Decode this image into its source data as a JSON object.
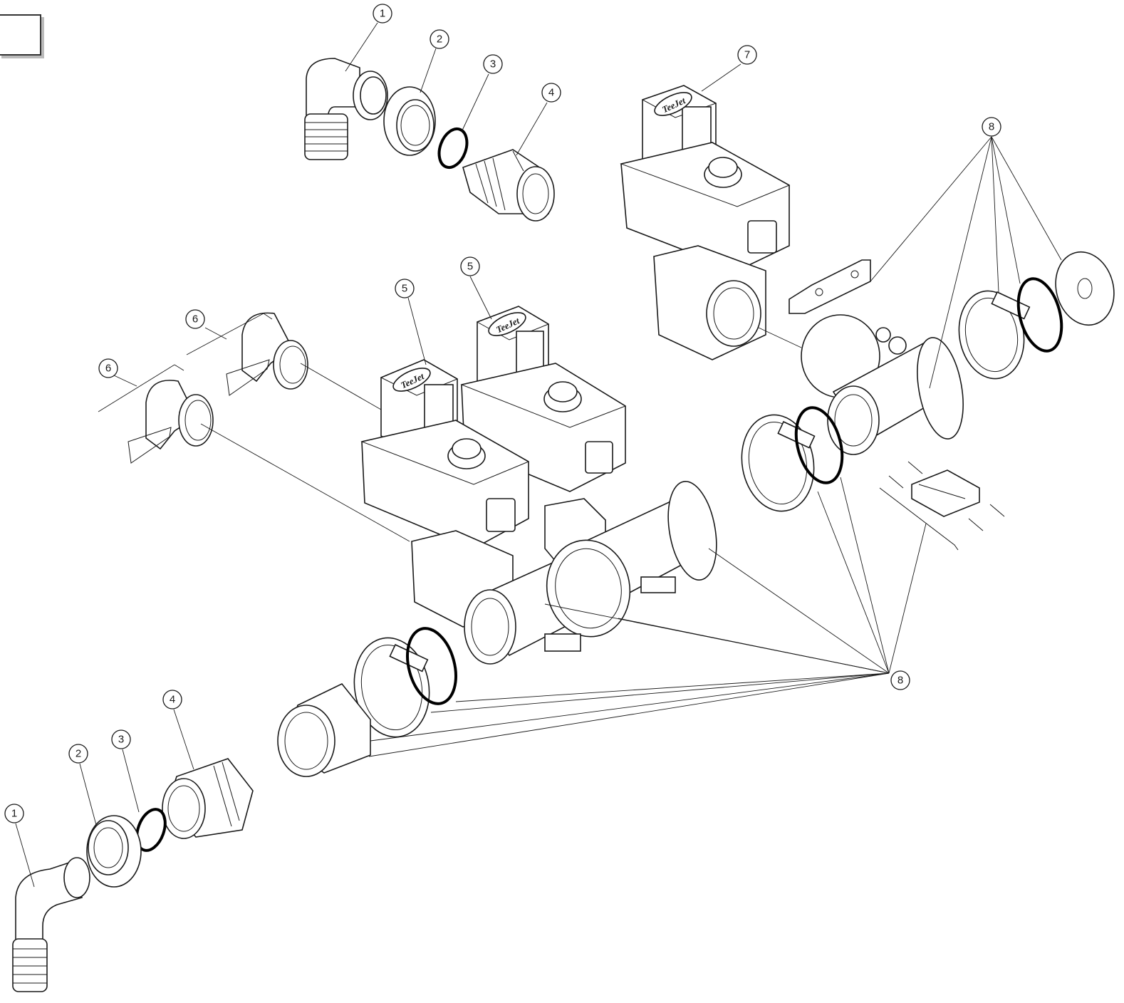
{
  "brand_label": "TeeJet",
  "callouts": [
    {
      "label": "1"
    },
    {
      "label": "2"
    },
    {
      "label": "3"
    },
    {
      "label": "4"
    },
    {
      "label": "5"
    },
    {
      "label": "5"
    },
    {
      "label": "6"
    },
    {
      "label": "6"
    },
    {
      "label": "7"
    },
    {
      "label": "8"
    },
    {
      "label": "8"
    },
    {
      "label": "1"
    },
    {
      "label": "2"
    },
    {
      "label": "3"
    },
    {
      "label": "4"
    }
  ]
}
